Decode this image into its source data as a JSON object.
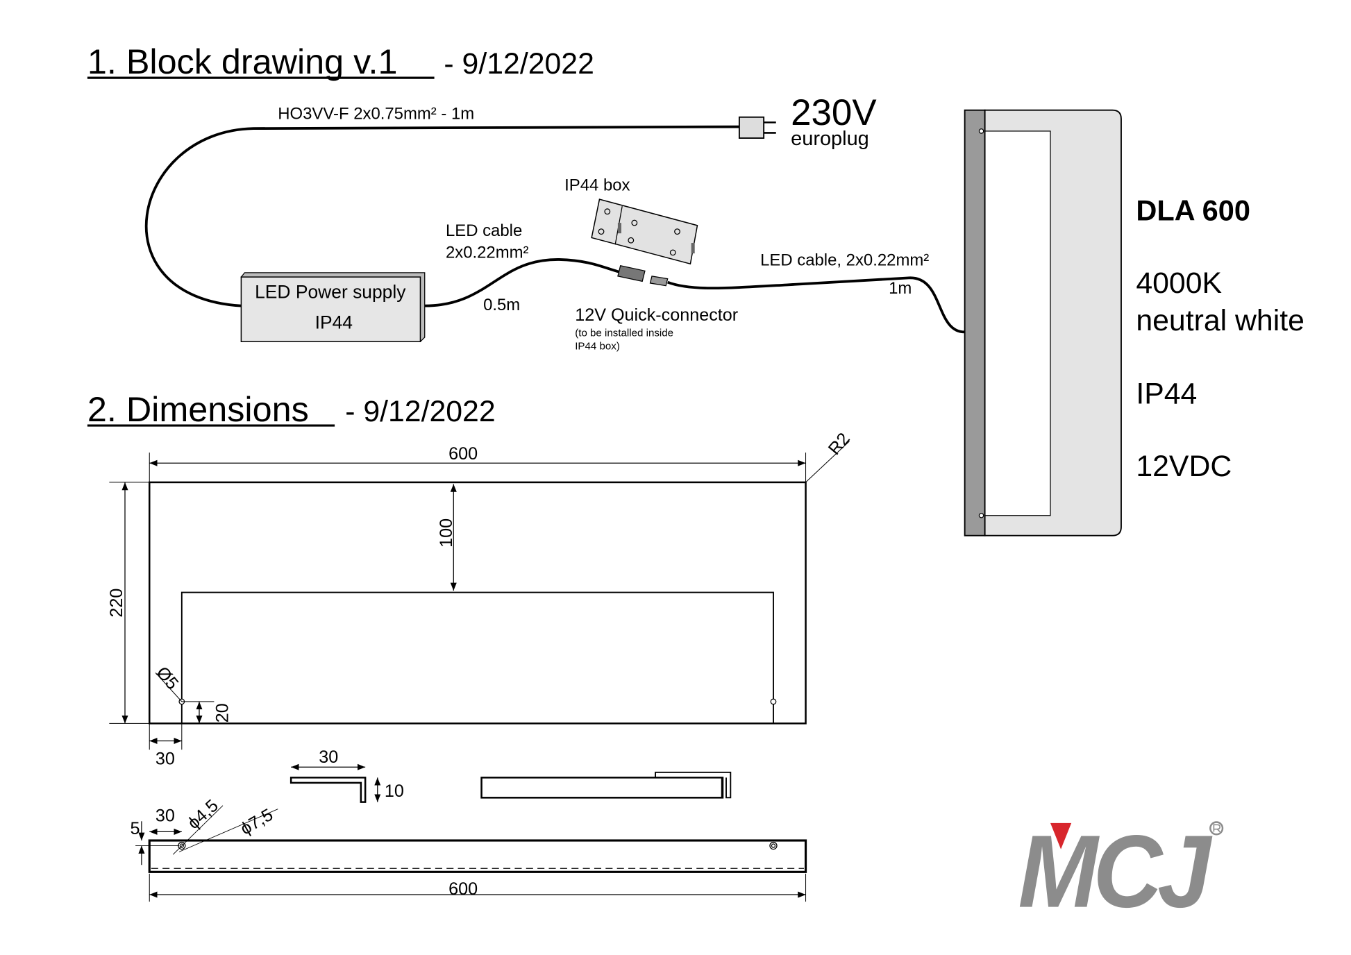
{
  "section1": {
    "title": "1. Block drawing v.1",
    "date": "- 9/12/2022",
    "mains_cable": "HO3VV-F 2x0.75mm² - 1m",
    "plug_voltage": "230V",
    "plug_type": "europlug",
    "psu_line1": "LED Power supply",
    "psu_line2": "IP44",
    "led_cable_1_line1": "LED cable",
    "led_cable_1_line2": "2x0.22mm²",
    "led_cable_1_length": "0.5m",
    "box_label": "IP44 box",
    "connector_label": "12V Quick-connector",
    "connector_note1": "(to be installed inside",
    "connector_note2": "IP44 box)",
    "led_cable_2": "LED cable, 2x0.22mm²",
    "led_cable_2_length": "1m"
  },
  "product": {
    "name": "DLA 600",
    "color_temp": "4000K",
    "color_name": "neutral white",
    "ip": "IP44",
    "voltage": "12VDC"
  },
  "section2": {
    "title": "2. Dimensions",
    "date": "- 9/12/2022",
    "width": "600",
    "radius": "R2",
    "height": "220",
    "top_offset": "100",
    "hole_dia": "Ø5",
    "hole_bottom": "20",
    "hole_side": "30",
    "profile_width": "30",
    "profile_height": "10",
    "bottom_hole_side": "30",
    "bottom_hole_edge": "5",
    "bottom_hole_dia1": "ϕ4,5",
    "bottom_hole_dia2": "ϕ7,5",
    "bottom_width": "600"
  },
  "logo": {
    "text": "MCJ",
    "registered": "®",
    "accent": "#d8262c",
    "gray": "#8c8c8c"
  }
}
